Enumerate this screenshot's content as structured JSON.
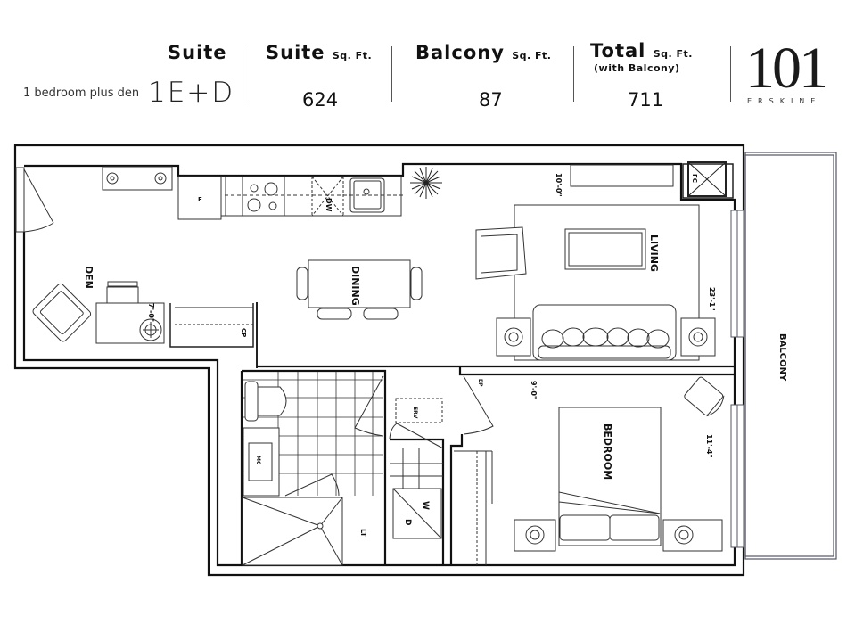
{
  "header": {
    "suite_label": "Suite",
    "suite_sqft_label": "Suite",
    "balcony_sqft_label": "Balcony",
    "total_sqft_label": "Total",
    "sqft_unit": "Sq. Ft.",
    "total_note": "(with Balcony)",
    "suite_description": "1 bedroom plus den",
    "suite_code": "1E+D",
    "suite_sqft": "624",
    "balcony_sqft": "87",
    "total_sqft": "711"
  },
  "logo": {
    "number": "101",
    "word": "ERSKINE"
  },
  "floorplan": {
    "rooms": {
      "den": "DEN",
      "dining": "DINING",
      "living": "LIVING",
      "bedroom": "BEDROOM",
      "balcony": "BALCONY"
    },
    "fixtures": {
      "fridge": "F",
      "dishwasher": "DW",
      "closet_den": "CP",
      "fan_coil": "FC",
      "erv": "ERV",
      "electrical_panel": "EP",
      "washer": "W",
      "dryer": "D",
      "linen": "LT",
      "medicine_cabinet": "MC"
    },
    "dimensions": {
      "den": "7'-0\"",
      "living_width": "10'-0\"",
      "living_length": "23'-1\"",
      "bedroom_width": "9'-0\"",
      "bedroom_length": "11'-4\""
    }
  }
}
